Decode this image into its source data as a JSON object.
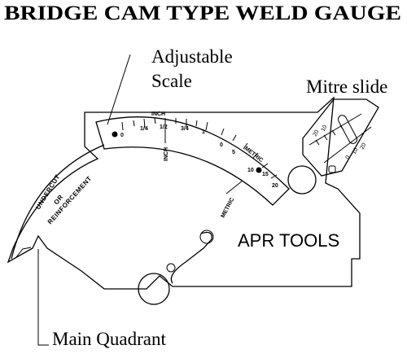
{
  "title": "BRIDGE CAM TYPE WELD GAUGE",
  "callouts": {
    "adjustable_scale_line1": "Adjustable",
    "adjustable_scale_line2": "Scale",
    "mitre_slide": "Mitre slide",
    "main_quadrant": "Main Quadrant"
  },
  "brand": "APR TOOLS",
  "scale": {
    "inch_header": "INCH",
    "inch_ticks": [
      "0",
      "1/4",
      "1/2",
      "3/4",
      "1"
    ],
    "inch_vertical_label": "INCH",
    "metric_header": "METRIC",
    "metric_ticks": [
      "0",
      "5",
      "10",
      "15",
      "20"
    ],
    "metric_vertical_label": "METRIC"
  },
  "quadrant_labels": {
    "line1": "UNDERCUT",
    "line2": "OR",
    "line3": "REINFORCEMENT"
  },
  "mitre_marks": [
    "20",
    "10",
    "0",
    "10",
    "20"
  ]
}
